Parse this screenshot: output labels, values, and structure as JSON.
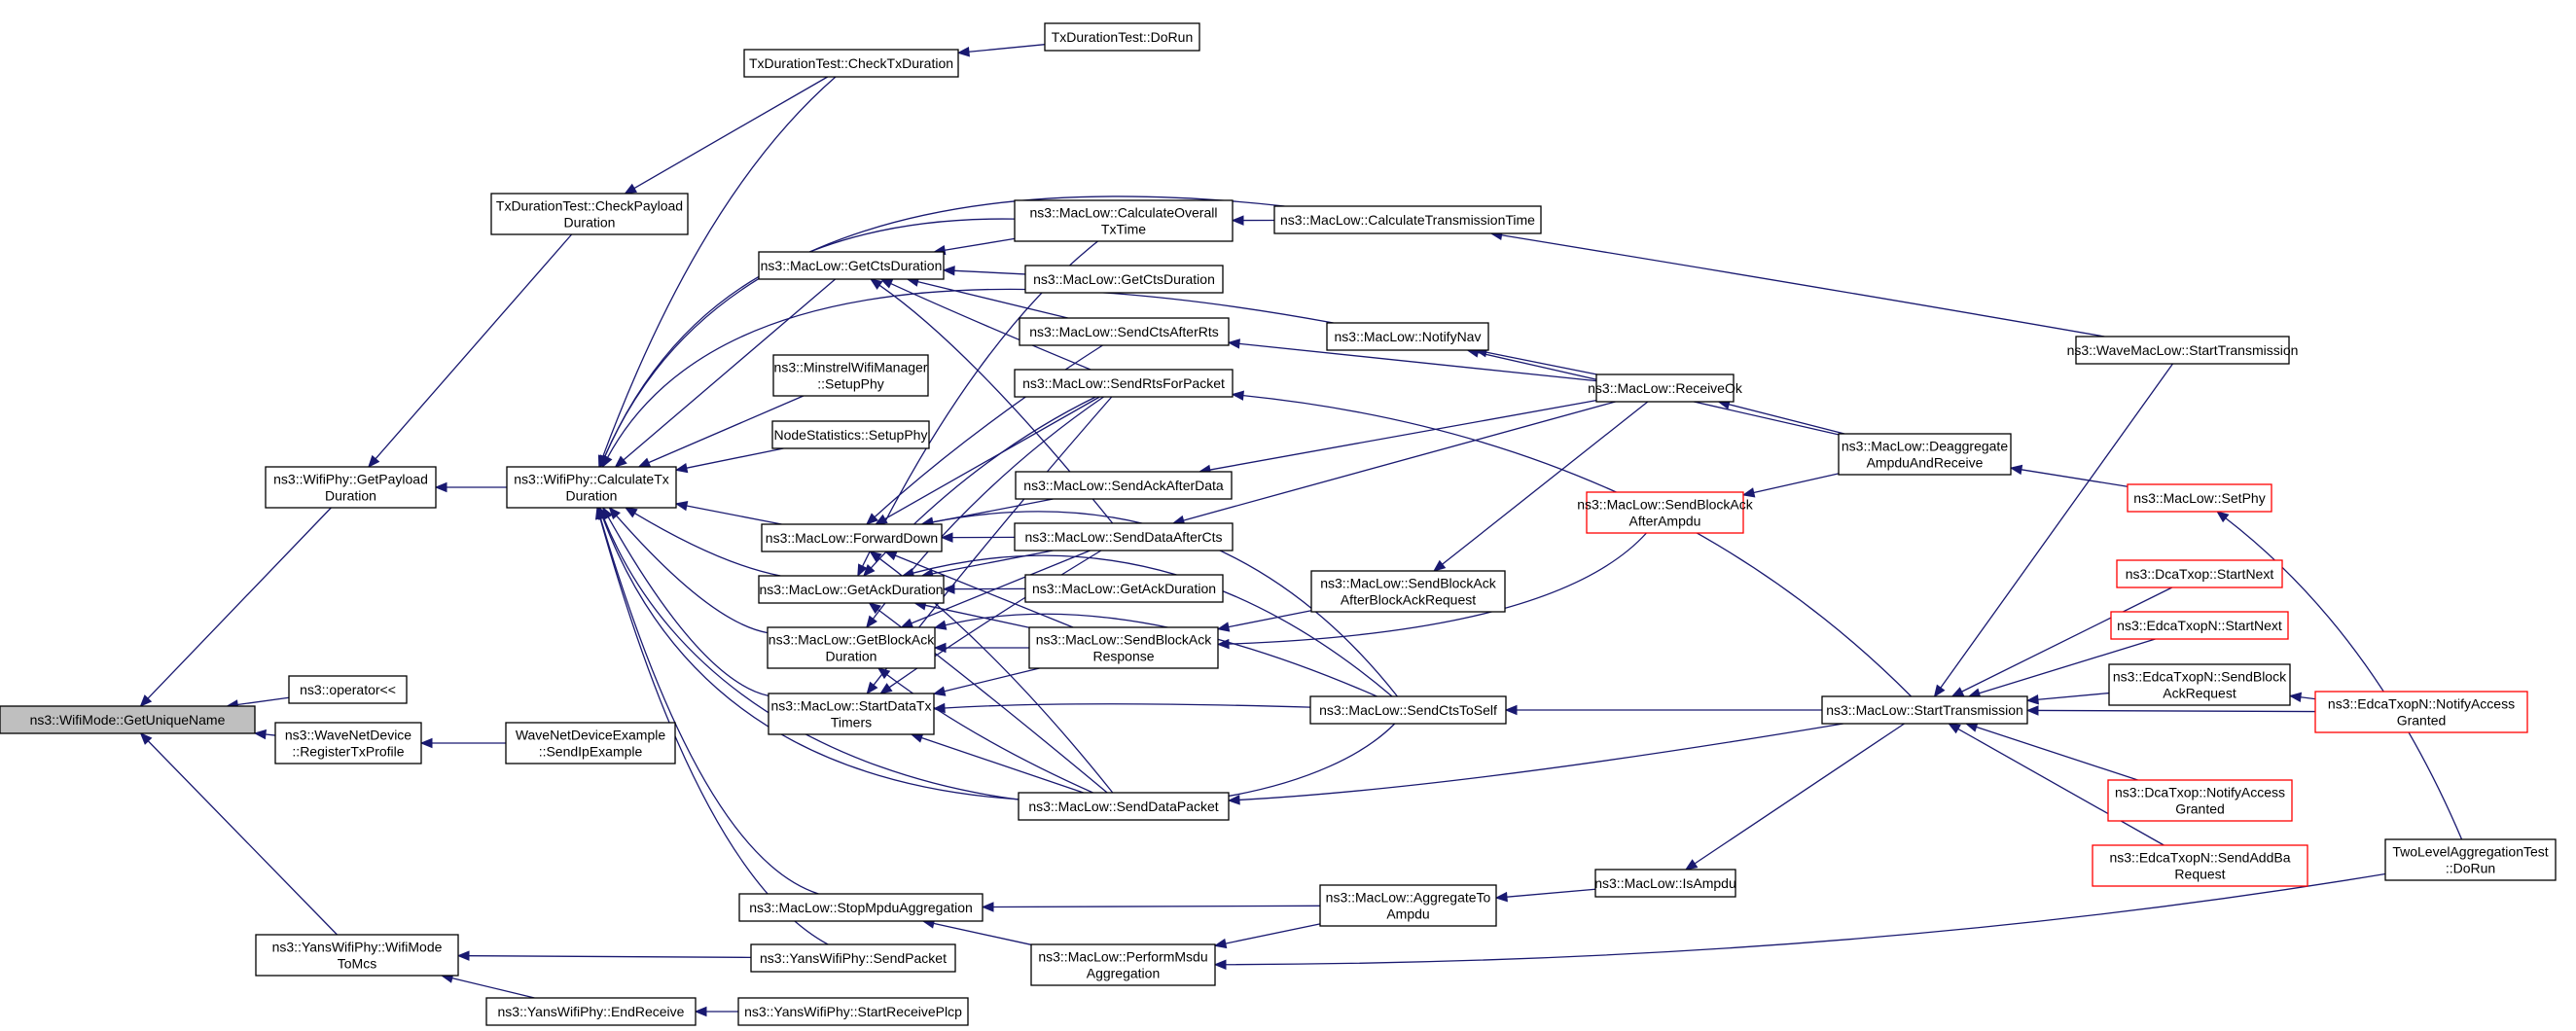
{
  "diagram": {
    "nodes": [
      {
        "id": "root",
        "lines": [
          "ns3::WifiMode::GetUniqueName"
        ],
        "style": "root"
      },
      {
        "id": "getpayload",
        "lines": [
          "ns3::WifiPhy::GetPayload",
          "Duration"
        ]
      },
      {
        "id": "operator",
        "lines": [
          "ns3::operator<<"
        ]
      },
      {
        "id": "wavereg",
        "lines": [
          "ns3::WaveNetDevice",
          "::RegisterTxProfile"
        ]
      },
      {
        "id": "yanstomcs",
        "lines": [
          "ns3::YansWifiPhy::WifiMode",
          "ToMcs"
        ]
      },
      {
        "id": "txcheckpayload",
        "lines": [
          "TxDurationTest::CheckPayload",
          "Duration"
        ]
      },
      {
        "id": "calctx",
        "lines": [
          "ns3::WifiPhy::CalculateTx",
          "Duration"
        ]
      },
      {
        "id": "wavesendip",
        "lines": [
          "WaveNetDeviceExample",
          "::SendIpExample"
        ]
      },
      {
        "id": "endreceive",
        "lines": [
          "ns3::YansWifiPhy::EndReceive"
        ]
      },
      {
        "id": "startreceive",
        "lines": [
          "ns3::YansWifiPhy::StartReceivePlcp"
        ]
      },
      {
        "id": "checktx",
        "lines": [
          "TxDurationTest::CheckTxDuration"
        ]
      },
      {
        "id": "dorun",
        "lines": [
          "TxDurationTest::DoRun"
        ]
      },
      {
        "id": "getcts",
        "lines": [
          "ns3::MacLow::GetCtsDuration"
        ]
      },
      {
        "id": "minstrel",
        "lines": [
          "ns3::MinstrelWifiManager",
          "::SetupPhy"
        ]
      },
      {
        "id": "nodestats",
        "lines": [
          "NodeStatistics::SetupPhy"
        ]
      },
      {
        "id": "fwddown",
        "lines": [
          "ns3::MacLow::ForwardDown"
        ]
      },
      {
        "id": "getack",
        "lines": [
          "ns3::MacLow::GetAckDuration"
        ]
      },
      {
        "id": "getblockack",
        "lines": [
          "ns3::MacLow::GetBlockAck",
          "Duration"
        ]
      },
      {
        "id": "starttimers",
        "lines": [
          "ns3::MacLow::StartDataTx",
          "Timers"
        ]
      },
      {
        "id": "stopmpdu",
        "lines": [
          "ns3::MacLow::StopMpduAggregation"
        ]
      },
      {
        "id": "yanssend",
        "lines": [
          "ns3::YansWifiPhy::SendPacket"
        ]
      },
      {
        "id": "calcoverall",
        "lines": [
          "ns3::MacLow::CalculateOverall",
          "TxTime"
        ]
      },
      {
        "id": "getcts2",
        "lines": [
          "ns3::MacLow::GetCtsDuration"
        ]
      },
      {
        "id": "sendctsafter",
        "lines": [
          "ns3::MacLow::SendCtsAfterRts"
        ]
      },
      {
        "id": "sendrts",
        "lines": [
          "ns3::MacLow::SendRtsForPacket"
        ]
      },
      {
        "id": "sendackafter",
        "lines": [
          "ns3::MacLow::SendAckAfterData"
        ]
      },
      {
        "id": "senddataafter",
        "lines": [
          "ns3::MacLow::SendDataAfterCts"
        ]
      },
      {
        "id": "getack2",
        "lines": [
          "ns3::MacLow::GetAckDuration"
        ]
      },
      {
        "id": "sendblockresp",
        "lines": [
          "ns3::MacLow::SendBlockAck",
          "Response"
        ]
      },
      {
        "id": "senddatapkt",
        "lines": [
          "ns3::MacLow::SendDataPacket"
        ]
      },
      {
        "id": "performmsdu",
        "lines": [
          "ns3::MacLow::PerformMsdu",
          "Aggregation"
        ]
      },
      {
        "id": "calctrans",
        "lines": [
          "ns3::MacLow::CalculateTransmissionTime"
        ]
      },
      {
        "id": "notifynav",
        "lines": [
          "ns3::MacLow::NotifyNav"
        ]
      },
      {
        "id": "sendbareq",
        "lines": [
          "ns3::MacLow::SendBlockAck",
          "AfterBlockAckRequest"
        ]
      },
      {
        "id": "sendctsself",
        "lines": [
          "ns3::MacLow::SendCtsToSelf"
        ]
      },
      {
        "id": "aggregateto",
        "lines": [
          "ns3::MacLow::AggregateTo",
          "Ampdu"
        ]
      },
      {
        "id": "receiveok",
        "lines": [
          "ns3::MacLow::ReceiveOk"
        ]
      },
      {
        "id": "sendbaampdu",
        "lines": [
          "ns3::MacLow::SendBlockAck",
          "AfterAmpdu"
        ],
        "style": "red"
      },
      {
        "id": "isampdu",
        "lines": [
          "ns3::MacLow::IsAmpdu"
        ]
      },
      {
        "id": "deaggregate",
        "lines": [
          "ns3::MacLow::Deaggregate",
          "AmpduAndReceive"
        ]
      },
      {
        "id": "starttrans",
        "lines": [
          "ns3::MacLow::StartTransmission"
        ]
      },
      {
        "id": "wavestart",
        "lines": [
          "ns3::WaveMacLow::StartTransmission"
        ]
      },
      {
        "id": "setphy",
        "lines": [
          "ns3::MacLow::SetPhy"
        ],
        "style": "red"
      },
      {
        "id": "dcanext",
        "lines": [
          "ns3::DcaTxop::StartNext"
        ],
        "style": "red"
      },
      {
        "id": "edcanext",
        "lines": [
          "ns3::EdcaTxopN::StartNext"
        ],
        "style": "red"
      },
      {
        "id": "edcablock",
        "lines": [
          "ns3::EdcaTxopN::SendBlock",
          "AckRequest"
        ]
      },
      {
        "id": "dcanotify",
        "lines": [
          "ns3::DcaTxop::NotifyAccess",
          "Granted"
        ],
        "style": "red"
      },
      {
        "id": "edcaaddba",
        "lines": [
          "ns3::EdcaTxopN::SendAddBa",
          "Request"
        ],
        "style": "red"
      },
      {
        "id": "edcanotify",
        "lines": [
          "ns3::EdcaTxopN::NotifyAccess",
          "Granted"
        ],
        "style": "red"
      },
      {
        "id": "twolevel",
        "lines": [
          "TwoLevelAggregationTest",
          "::DoRun"
        ]
      }
    ],
    "edges": [
      [
        "getpayload",
        "root"
      ],
      [
        "operator",
        "root"
      ],
      [
        "wavereg",
        "root"
      ],
      [
        "yanstomcs",
        "root"
      ],
      [
        "txcheckpayload",
        "getpayload"
      ],
      [
        "calctx",
        "getpayload"
      ],
      [
        "wavesendip",
        "wavereg"
      ],
      [
        "yanssend",
        "yanstomcs"
      ],
      [
        "endreceive",
        "yanstomcs"
      ],
      [
        "startreceive",
        "endreceive"
      ],
      [
        "checktx",
        "txcheckpayload"
      ],
      [
        "dorun",
        "checktx"
      ],
      [
        "checktx",
        "calctx"
      ],
      [
        "getcts",
        "calctx"
      ],
      [
        "minstrel",
        "calctx"
      ],
      [
        "nodestats",
        "calctx"
      ],
      [
        "fwddown",
        "calctx"
      ],
      [
        "getack",
        "calctx"
      ],
      [
        "getblockack",
        "calctx"
      ],
      [
        "starttimers",
        "calctx"
      ],
      [
        "stopmpdu",
        "calctx"
      ],
      [
        "yanssend",
        "calctx"
      ],
      [
        "calcoverall",
        "calctx"
      ],
      [
        "calctrans",
        "calctx"
      ],
      [
        "notifynav",
        "calctx"
      ],
      [
        "senddatapkt",
        "calctx"
      ],
      [
        "sendctsself",
        "calctx"
      ],
      [
        "calcoverall",
        "getcts"
      ],
      [
        "getcts2",
        "getcts"
      ],
      [
        "sendctsafter",
        "getcts"
      ],
      [
        "sendrts",
        "getcts"
      ],
      [
        "senddataafter",
        "getcts"
      ],
      [
        "sendrts",
        "fwddown"
      ],
      [
        "sendctsafter",
        "fwddown"
      ],
      [
        "sendackafter",
        "fwddown"
      ],
      [
        "senddataafter",
        "fwddown"
      ],
      [
        "sendblockresp",
        "fwddown"
      ],
      [
        "senddatapkt",
        "fwddown"
      ],
      [
        "sendctsself",
        "fwddown"
      ],
      [
        "calcoverall",
        "getack"
      ],
      [
        "getack2",
        "getack"
      ],
      [
        "sendrts",
        "getack"
      ],
      [
        "senddataafter",
        "getack"
      ],
      [
        "sendblockresp",
        "getack"
      ],
      [
        "senddatapkt",
        "getack"
      ],
      [
        "sendctsself",
        "getack"
      ],
      [
        "sendrts",
        "getblockack"
      ],
      [
        "senddataafter",
        "getblockack"
      ],
      [
        "sendblockresp",
        "getblockack"
      ],
      [
        "senddatapkt",
        "getblockack"
      ],
      [
        "sendctsself",
        "getblockack"
      ],
      [
        "sendrts",
        "starttimers"
      ],
      [
        "senddataafter",
        "starttimers"
      ],
      [
        "sendblockresp",
        "starttimers"
      ],
      [
        "senddatapkt",
        "starttimers"
      ],
      [
        "sendctsself",
        "starttimers"
      ],
      [
        "aggregateto",
        "stopmpdu"
      ],
      [
        "performmsdu",
        "stopmpdu"
      ],
      [
        "calctrans",
        "calcoverall"
      ],
      [
        "wavestart",
        "calctrans"
      ],
      [
        "receiveok",
        "sendctsafter"
      ],
      [
        "starttrans",
        "sendrts"
      ],
      [
        "receiveok",
        "sendackafter"
      ],
      [
        "receiveok",
        "senddataafter"
      ],
      [
        "sendbareq",
        "sendblockresp"
      ],
      [
        "sendbaampdu",
        "sendblockresp"
      ],
      [
        "starttrans",
        "senddatapkt"
      ],
      [
        "aggregateto",
        "performmsdu"
      ],
      [
        "twolevel",
        "performmsdu"
      ],
      [
        "receiveok",
        "notifynav"
      ],
      [
        "deaggregate",
        "notifynav"
      ],
      [
        "receiveok",
        "sendbareq"
      ],
      [
        "starttrans",
        "sendctsself"
      ],
      [
        "isampdu",
        "aggregateto"
      ],
      [
        "deaggregate",
        "receiveok"
      ],
      [
        "deaggregate",
        "sendbaampdu"
      ],
      [
        "starttrans",
        "isampdu"
      ],
      [
        "setphy",
        "deaggregate"
      ],
      [
        "twolevel",
        "setphy"
      ],
      [
        "wavestart",
        "starttrans"
      ],
      [
        "dcanext",
        "starttrans"
      ],
      [
        "edcanext",
        "starttrans"
      ],
      [
        "edcablock",
        "starttrans"
      ],
      [
        "dcanotify",
        "starttrans"
      ],
      [
        "edcaaddba",
        "starttrans"
      ],
      [
        "edcanotify",
        "starttrans"
      ],
      [
        "edcanotify",
        "edcablock"
      ]
    ]
  }
}
